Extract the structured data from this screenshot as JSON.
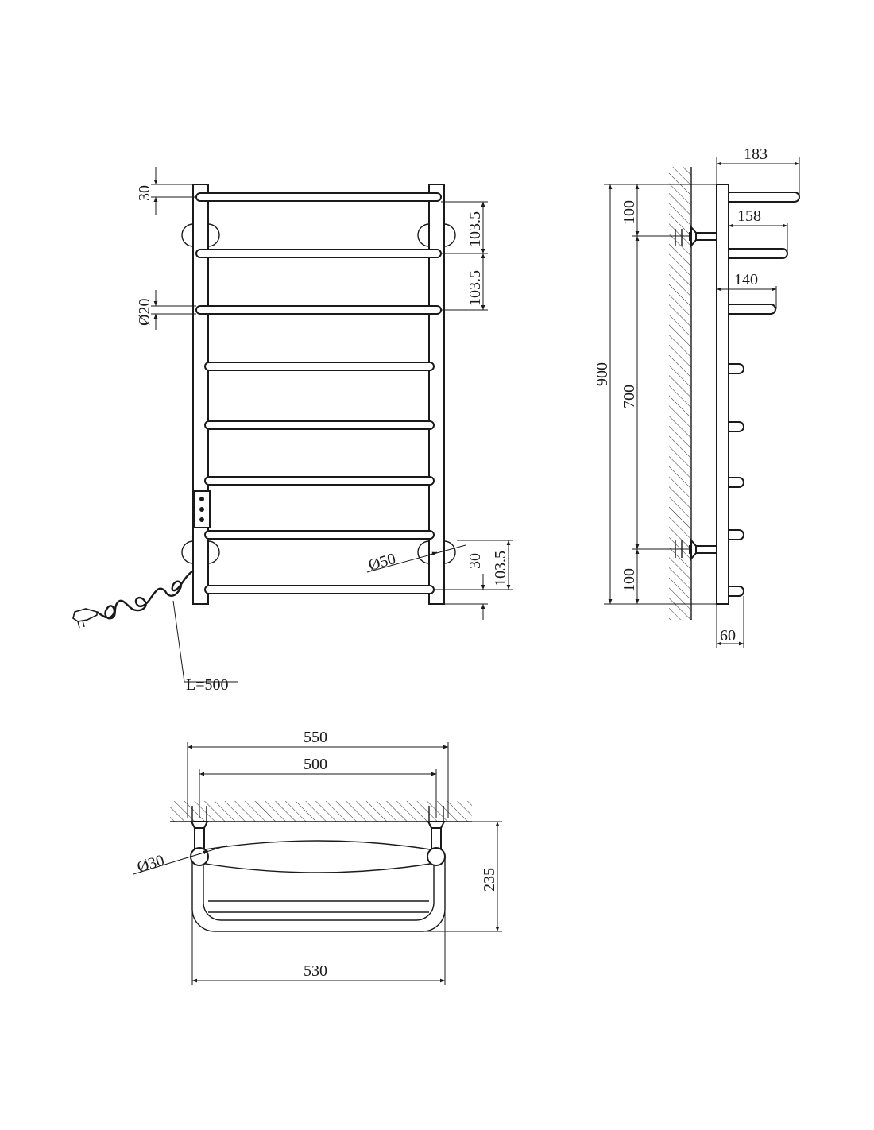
{
  "front_view": {
    "top_offset": "30",
    "rail_spacing_1": "103.5",
    "rail_spacing_2": "103.5",
    "rail_diameter": "Ø20",
    "flange_diameter": "Ø50",
    "bottom_offset": "30",
    "bottom_spacing": "103.5",
    "cable_length": "L=500"
  },
  "side_view": {
    "depth_top": "183",
    "depth_second": "158",
    "depth_third": "140",
    "depth_lower": "60",
    "total_height": "900",
    "mount_spacing": "700",
    "mount_top_offset": "100",
    "mount_bottom_offset": "100"
  },
  "top_view": {
    "overall_width": "550",
    "mount_width": "500",
    "mount_diameter": "Ø30",
    "wall_depth": "235",
    "bottom_width": "530"
  }
}
